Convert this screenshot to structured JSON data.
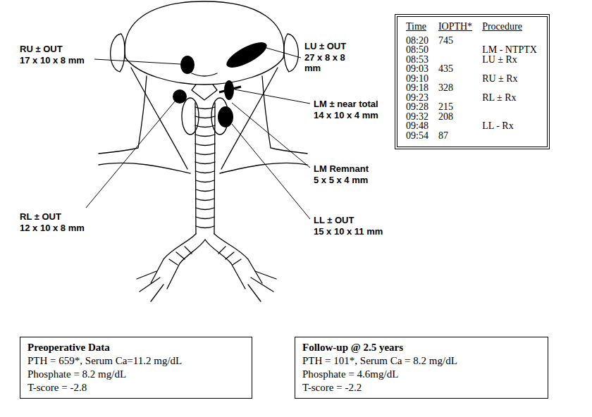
{
  "diagram": {
    "nodes": [
      {
        "text": [
          "Time",
          "IOPTH*",
          "Procedure",
          "08:20",
          "745",
          "08:50",
          "LM - NTPTX",
          "08:53",
          "LU ± Rx",
          "09:03",
          "435",
          "09:10",
          "RU ± Rx",
          "09:18",
          "328",
          "09:23",
          "RL ± Rx",
          "09:28",
          "215",
          "09:32",
          "208",
          "09:48",
          "LL - Rx",
          "09:54",
          "87"
        ]
      },
      {
        "text": [
          "Preoperative Data",
          "PTH = 659*, Serum Ca=11.2 mg/dL",
          "Phosphate = 8.2 mg/dL",
          "T-score = -2.8"
        ]
      },
      {
        "text": [
          "Follow-up @ 2.5 years",
          "PTH = 101*, Serum Ca = 8.2 mg/dL",
          "Phosphate = 4.6mg/dL",
          "T-score = -2.2"
        ]
      }
    ],
    "labels": [
      "RU ± OUT",
      "17 x 10 x 8 mm",
      "LU ± OUT",
      "27 x 8 x 8 mm",
      "LM ± near total",
      "14 x 10 x 4 mm",
      "LM Remnant",
      "5 x 5 x 4 mm",
      "RL ± OUT",
      "12 x 10 x 8 mm",
      "LL ± OUT",
      "15 x 10 x 11 mm"
    ]
  }
}
